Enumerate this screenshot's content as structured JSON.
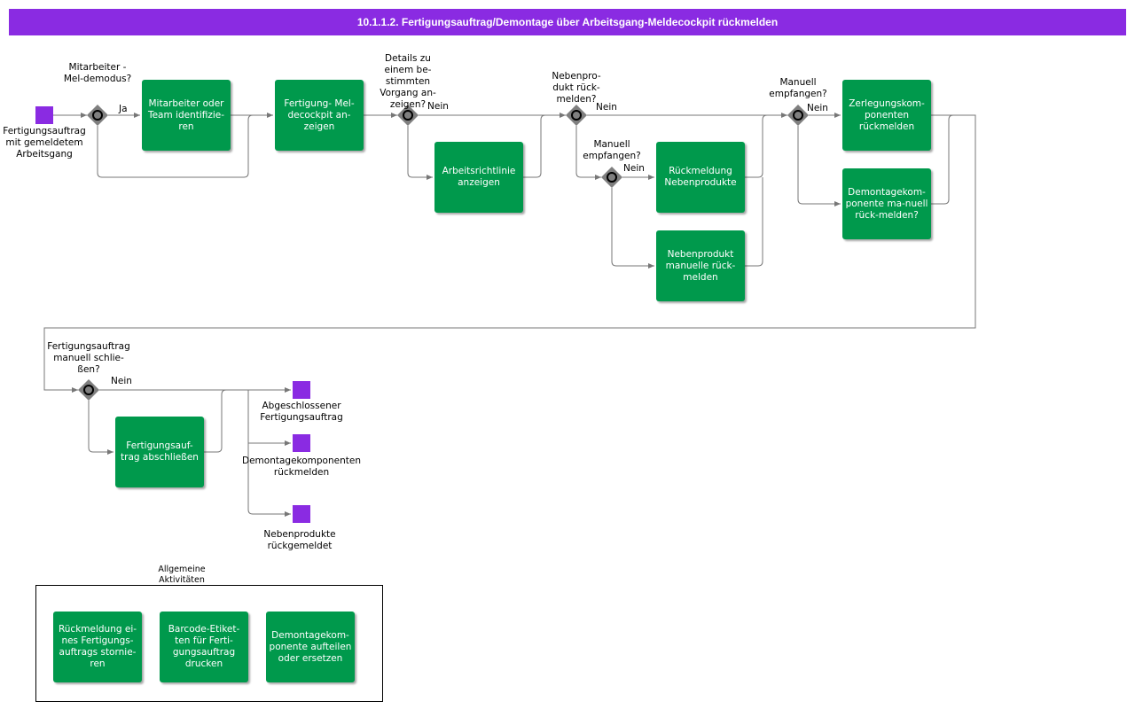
{
  "title": "10.1.1.2. Fertigungsauftrag/Demontage über Arbeitsgang-Meldecockpit rückmelden",
  "colors": {
    "header": "#8a2be2",
    "task": "#00994c",
    "event": "#8a2be2",
    "gateway": "#7f7f7f",
    "line": "#777777"
  },
  "start_event": "Fertigungsauftrag mit gemeldetem Arbeitsgang",
  "gateways": {
    "g1": "Mitarbeiter - Mel-demodus?",
    "g2": "Details zu einem be-stimmten Vorgang an-zeigen?",
    "g3": "Nebenpro-dukt rück-melden?",
    "g4": "Manuell empfangen?",
    "g5": "Manuell empfangen?",
    "g6": "Fertigungsauftrag manuell schlie-ßen?"
  },
  "edge_labels": {
    "ja": "Ja",
    "nein": "Nein"
  },
  "tasks": {
    "identify": "Mitarbeiter oder Team identifizie-ren",
    "show_cockpit": "Fertigung- Mel-decockpit an-zeigen",
    "work_instruction": "Arbeitsrichtlinie anzeigen",
    "byproduct_confirm": "Rückmeldung Nebenprodukte",
    "byproduct_manual": "Nebenprodukt manuelle rück-melden",
    "disassembly_confirm": "Zerlegungskom-ponenten rückmelden",
    "disassembly_manual": "Demontagekom-ponente ma-nuell rück-melden?",
    "close_order": "Fertigungsauf-trag abschließen"
  },
  "end_events": {
    "closed": "Abgeschlossener Fertigungsauftrag",
    "disassembly": "Demontagekomponenten rückmelden",
    "byproducts": "Nebenprodukte rückgemeldet"
  },
  "group": {
    "label": "Allgemeine Aktivitäten",
    "tasks": [
      "Rückmeldung ei-nes Fertigungs-auftrags stornie-ren",
      "Barcode-Etiket-ten für Ferti-gungsauftrag drucken",
      "Demontagekom-ponente aufteilen oder ersetzen"
    ]
  }
}
